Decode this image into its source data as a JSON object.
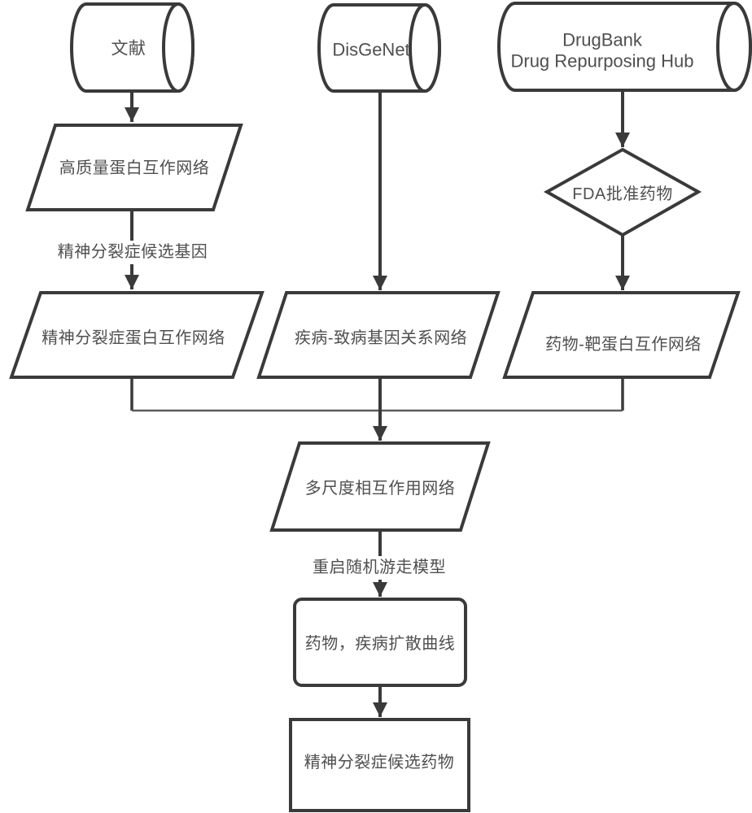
{
  "diagram": {
    "type": "flowchart",
    "background": "#ffffff",
    "colors": {
      "line": "#3a3a3a",
      "text": "#4f4f4f",
      "bus_line": "#5a5a5a"
    },
    "nodes": {
      "literature_db": {
        "shape": "cylinder",
        "label": "文献"
      },
      "disgenet_db": {
        "shape": "cylinder",
        "label": "DisGeNet"
      },
      "drugbank_db": {
        "shape": "cylinder",
        "label_line1": "DrugBank",
        "label_line2": "Drug Repurposing Hub"
      },
      "hq_protein_network": {
        "shape": "parallelogram",
        "label": "高质量蛋白互作网络"
      },
      "fda_approved_drugs": {
        "shape": "diamond",
        "label": "FDA批准药物"
      },
      "scz_protein_network": {
        "shape": "parallelogram",
        "label": "精神分裂症蛋白互作网络"
      },
      "disease_gene_network": {
        "shape": "parallelogram",
        "label": "疾病-致病基因关系网络"
      },
      "drug_target_network": {
        "shape": "parallelogram",
        "label": "药物-靶蛋白互作网络"
      },
      "multiscale_network": {
        "shape": "parallelogram",
        "label": "多尺度相互作用网络"
      },
      "diffusion_profile": {
        "shape": "rounded-rectangle",
        "label": "药物，疾病扩散曲线"
      },
      "candidate_drugs": {
        "shape": "rectangle",
        "label": "精神分裂症候选药物"
      }
    },
    "edge_labels": {
      "candidate_genes": "精神分裂症候选基因",
      "random_walk_model": "重启随机游走模型"
    }
  }
}
